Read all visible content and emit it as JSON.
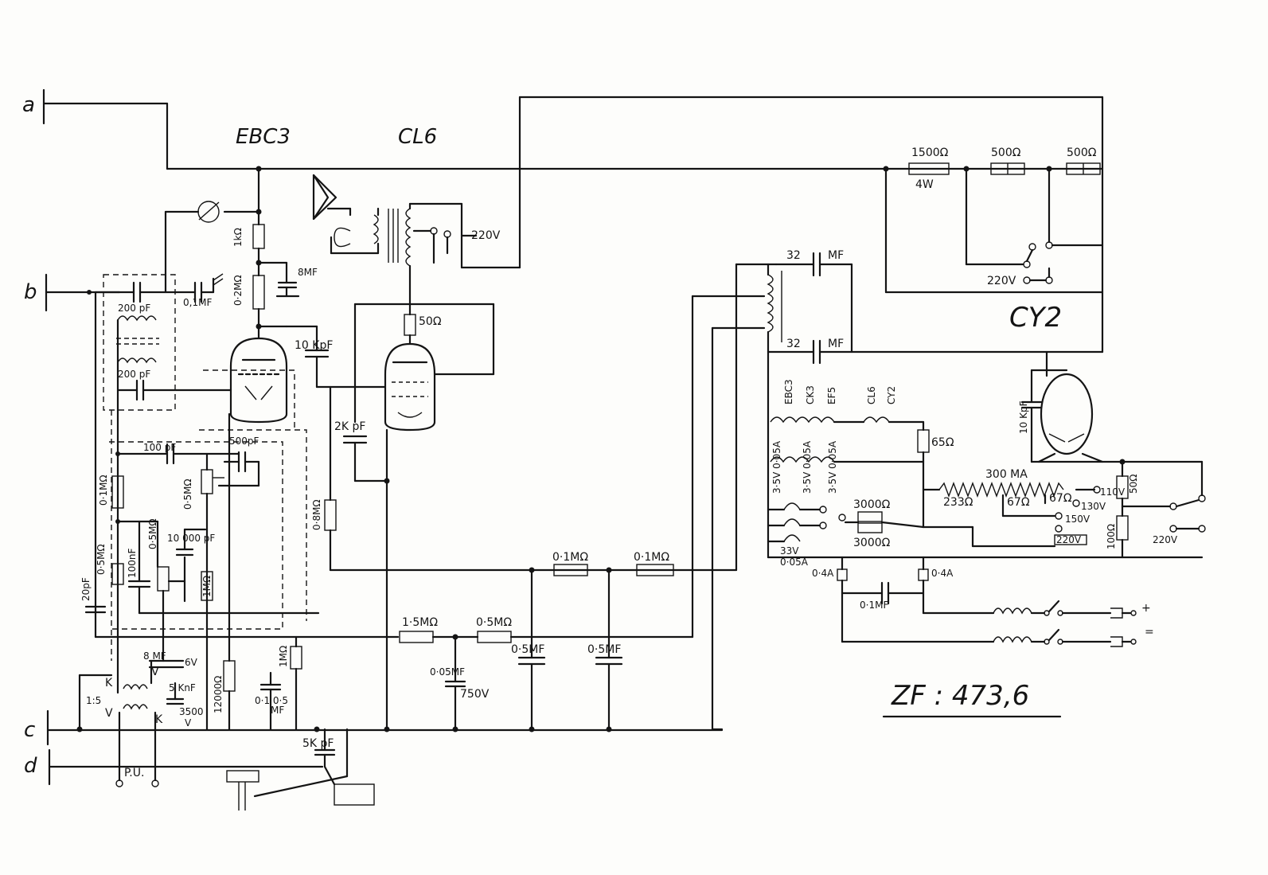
{
  "tubes": {
    "ebc3": "EBC3",
    "cl6": "CL6",
    "cy2": "CY2"
  },
  "terminals": {
    "a": "a",
    "b": "b",
    "c": "c",
    "d": "d"
  },
  "if_freq": "ZF : 473,6",
  "labels": {
    "r1500": "1500Ω",
    "r1500_w": "4W",
    "r500a": "500Ω",
    "r500b": "500Ω",
    "v220_top": "220V",
    "v220_sel": "220V",
    "c32a": "32",
    "c32a_u": "MF",
    "c32b": "32",
    "c32b_u": "MF",
    "r1k": "1kΩ",
    "r02m": "0·2MΩ",
    "c8mf": "8MF",
    "c200a": "200 pF",
    "c01a": "0,1MF",
    "c200b": "200 pF",
    "c10k": "10 KpF",
    "r50": "50Ω",
    "c2k": "2K pF",
    "c100": "100 pF",
    "c500": "500pF",
    "r05m_pot": "0·5MΩ",
    "r01m": "0·1MΩ",
    "r05m_left": "0·5MΩ",
    "c100n": "100nF",
    "r05m_b": "0·5MΩ",
    "c10000": "10 000 pF",
    "r1m": "1MΩ",
    "r08m": "0·8MΩ",
    "c20p": "20pF",
    "r01m_a": "0·1MΩ",
    "r01m_b": "0·1MΩ",
    "r15m": "1·5MΩ",
    "r05m_c": "0·5MΩ",
    "c8mf_6v": "8 MF",
    "v6": "6V",
    "c5k": "5 KnF",
    "c3500": "3500",
    "v_unit": "V",
    "r12000": "12000Ω",
    "r1m_b": "1MΩ",
    "c01_05": "0·1 0·5",
    "c_mf": "MF",
    "c005": "0·05MF",
    "v750": "750V",
    "c05a": "0·5MF",
    "c05b": "0·5MF",
    "c5kpf": "5K pF",
    "k1": "K",
    "k2": "K",
    "v1": "V",
    "v2": "V",
    "ratio": "1:5",
    "pu": "P.U.",
    "h_ebc3": "EBC3",
    "h_ck3": "CK3",
    "h_ef5": "EF5",
    "h_cl6": "CL6",
    "h_cy2": "CY2",
    "r65": "65Ω",
    "r300": "300 MA",
    "r233": "233Ω",
    "r67a": "67Ω",
    "r67b": "67Ω",
    "v110": "110V",
    "v130": "130V",
    "v150": "150V",
    "v220_tap": "220V",
    "hv1": "3·5V 0·05A",
    "hv2": "3·5V 0·05A",
    "hv3": "3·5V 0·05A",
    "r3000a": "3000Ω",
    "r3000b": "3000Ω",
    "v33": "33V",
    "a005": "0·05A",
    "f04a_l": "0·4A",
    "f04a_r": "0·4A",
    "c01mf": "0·1MF",
    "c10kpf": "10 KpF",
    "r50b": "50Ω",
    "r100": "100Ω",
    "v220_right": "220V",
    "plus": "+",
    "dc": "="
  },
  "colors": {
    "ink": "#141414",
    "paper": "#fdfdfb"
  }
}
